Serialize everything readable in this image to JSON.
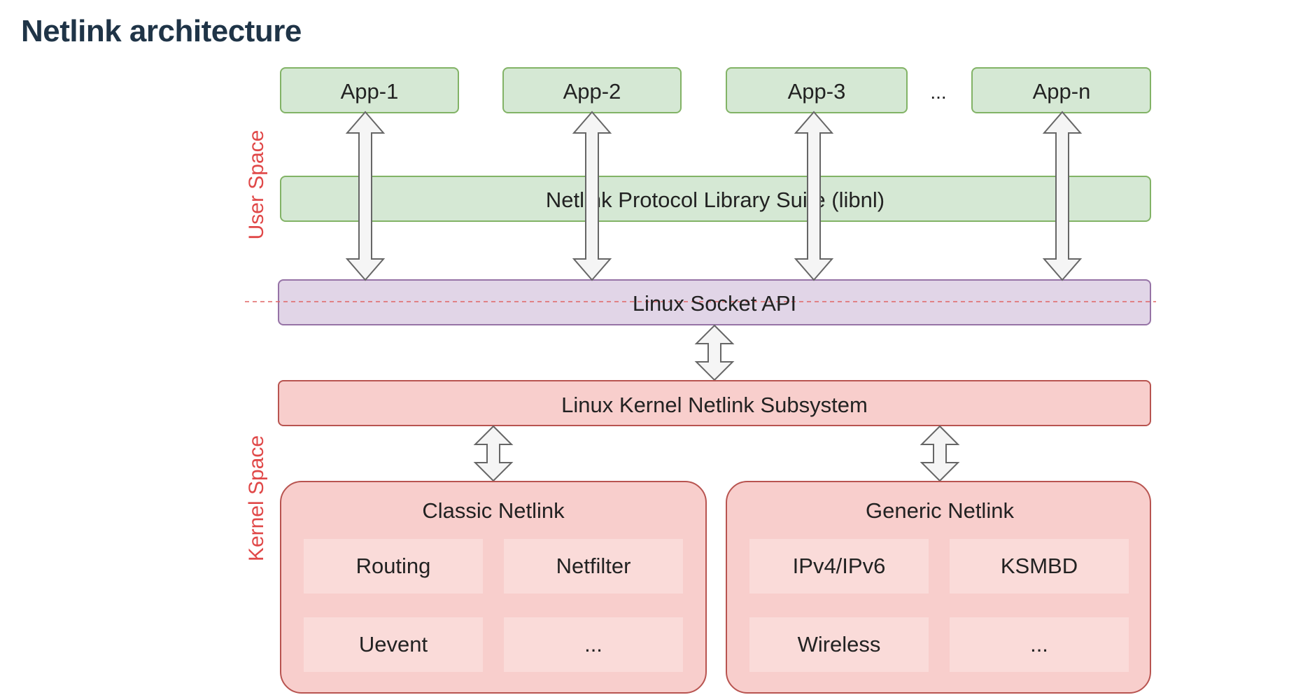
{
  "title": "Netlink architecture",
  "zones": {
    "user": "User Space",
    "kernel": "Kernel Space"
  },
  "apps": [
    "App-1",
    "App-2",
    "App-3",
    "App-n"
  ],
  "apps_ellipsis": "...",
  "libnl": "Netlink Protocol Library Suite (libnl)",
  "socket_api": "Linux Socket API",
  "kernel_subsystem": "Linux Kernel Netlink Subsystem",
  "classic": {
    "title": "Classic Netlink",
    "items": [
      "Routing",
      "Netfilter",
      "Uevent",
      "..."
    ]
  },
  "generic": {
    "title": "Generic Netlink",
    "items": [
      "IPv4/IPv6",
      "KSMBD",
      "Wireless",
      "..."
    ]
  },
  "colors": {
    "user_fill": "#d5e8d4",
    "user_stroke": "#82b366",
    "socket_fill": "#e1d5e7",
    "socket_stroke": "#9673a6",
    "kernel_fill": "#f8cecc",
    "kernel_stroke": "#b85450",
    "kernel_cell": "#fadbd9",
    "zone_label": "#e04848",
    "title": "#1f3447"
  }
}
